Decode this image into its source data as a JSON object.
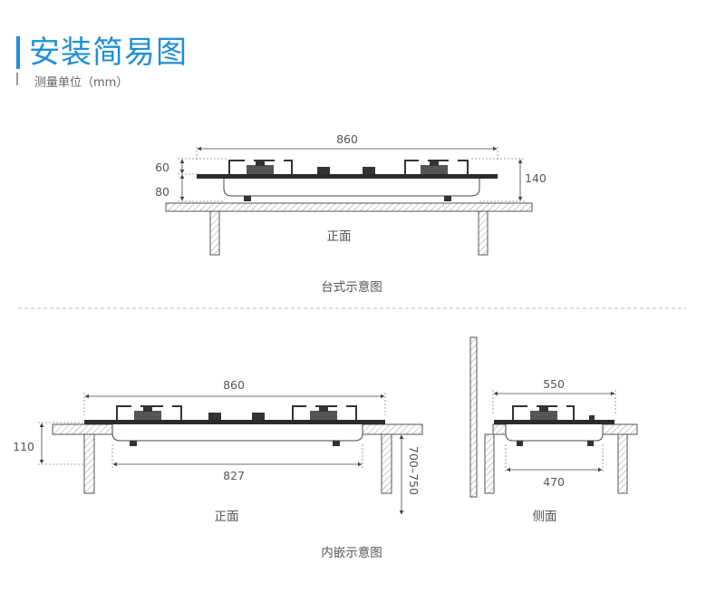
{
  "header": {
    "title": "安装简易图",
    "subtitle": "测量单位（mm）"
  },
  "countertop": {
    "dims": {
      "width": "860",
      "glass": "60",
      "body": "80",
      "total": "140"
    },
    "front_label": "正面",
    "caption": "台式示意图"
  },
  "builtin": {
    "front": {
      "width": "860",
      "cutout": "827",
      "depth": "110",
      "height": "700–750",
      "label": "正面"
    },
    "side": {
      "width": "550",
      "cutout": "470",
      "label": "侧面"
    },
    "caption": "内嵌示意图"
  },
  "colors": {
    "accent": "#1f8fd6",
    "line": "#333333",
    "hatch": "#888888"
  }
}
